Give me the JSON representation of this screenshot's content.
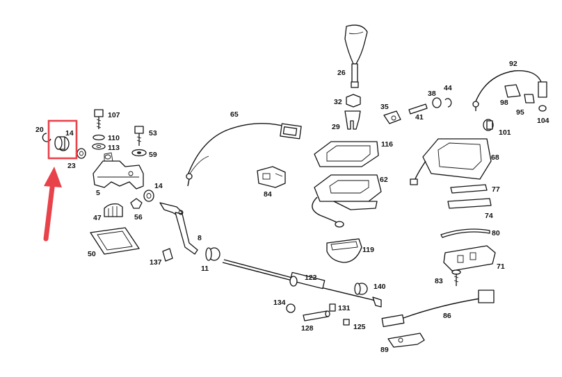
{
  "diagram": {
    "labels": [
      "107",
      "110",
      "113",
      "53",
      "59",
      "20",
      "14",
      "23",
      "5",
      "47",
      "56",
      "14",
      "50",
      "137",
      "8",
      "11",
      "65",
      "84",
      "26",
      "32",
      "29",
      "35",
      "41",
      "38",
      "44",
      "116",
      "62",
      "119",
      "122",
      "140",
      "134",
      "131",
      "128",
      "125",
      "92",
      "98",
      "95",
      "104",
      "101",
      "68",
      "77",
      "74",
      "80",
      "71",
      "83",
      "86",
      "89"
    ],
    "highlight": {
      "color": "#e8424a",
      "target": "14"
    },
    "arrow": {
      "color": "#e8424a"
    }
  }
}
